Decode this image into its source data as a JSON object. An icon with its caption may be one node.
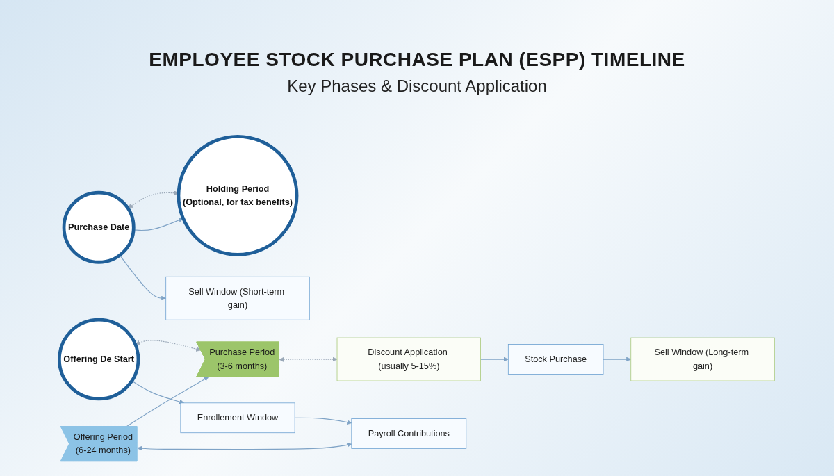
{
  "diagram": {
    "title": "EMPLOYEE STOCK PURCHASE PLAN (ESPP) TIMELINE",
    "nodes": [
      {
        "text": [
          "Offering De Start"
        ]
      },
      {
        "text": [
          "Offering Period",
          "(6-24 months)"
        ]
      },
      {
        "text": [
          "Purchase Period",
          "(3-6 months)"
        ]
      },
      {
        "text": [
          "Purchase Date"
        ]
      },
      {
        "text": [
          "Holding Period",
          "(Optional, for tax benefits)"
        ]
      },
      {
        "text": [
          "Enrollement Window"
        ]
      },
      {
        "text": [
          "Payroll Contributions"
        ]
      },
      {
        "text": [
          "Discount Application (usually 5-15%)"
        ]
      },
      {
        "text": [
          "Stock Purchase"
        ]
      },
      {
        "text": [
          "Sell Window (Short-term gain)"
        ]
      },
      {
        "text": [
          "Sell Window (Long-term gain)"
        ]
      }
    ],
    "edges": [
      {
        "from": 0,
        "to": 2,
        "arrow": "both",
        "style": "dashed"
      },
      {
        "from": 3,
        "to": 4,
        "arrow": "both",
        "style": "dashed"
      },
      {
        "from": 1,
        "to": 2,
        "arrow": "to"
      },
      {
        "from": 0,
        "to": 5,
        "arrow": "to"
      },
      {
        "from": 5,
        "to": 6,
        "arrow": "to"
      },
      {
        "from": 1,
        "to": 6,
        "arrow": "both"
      },
      {
        "from": 2,
        "to": 7,
        "arrow": "both",
        "style": "dashed"
      },
      {
        "from": 7,
        "to": 8,
        "arrow": "to"
      },
      {
        "from": 8,
        "to": 10,
        "arrow": "to"
      },
      {
        "from": 3,
        "to": 4,
        "arrow": "to"
      },
      {
        "from": 3,
        "to": 9,
        "arrow": "to"
      }
    ],
    "labels": [
      "Key Phases & Discount Application"
    ]
  }
}
